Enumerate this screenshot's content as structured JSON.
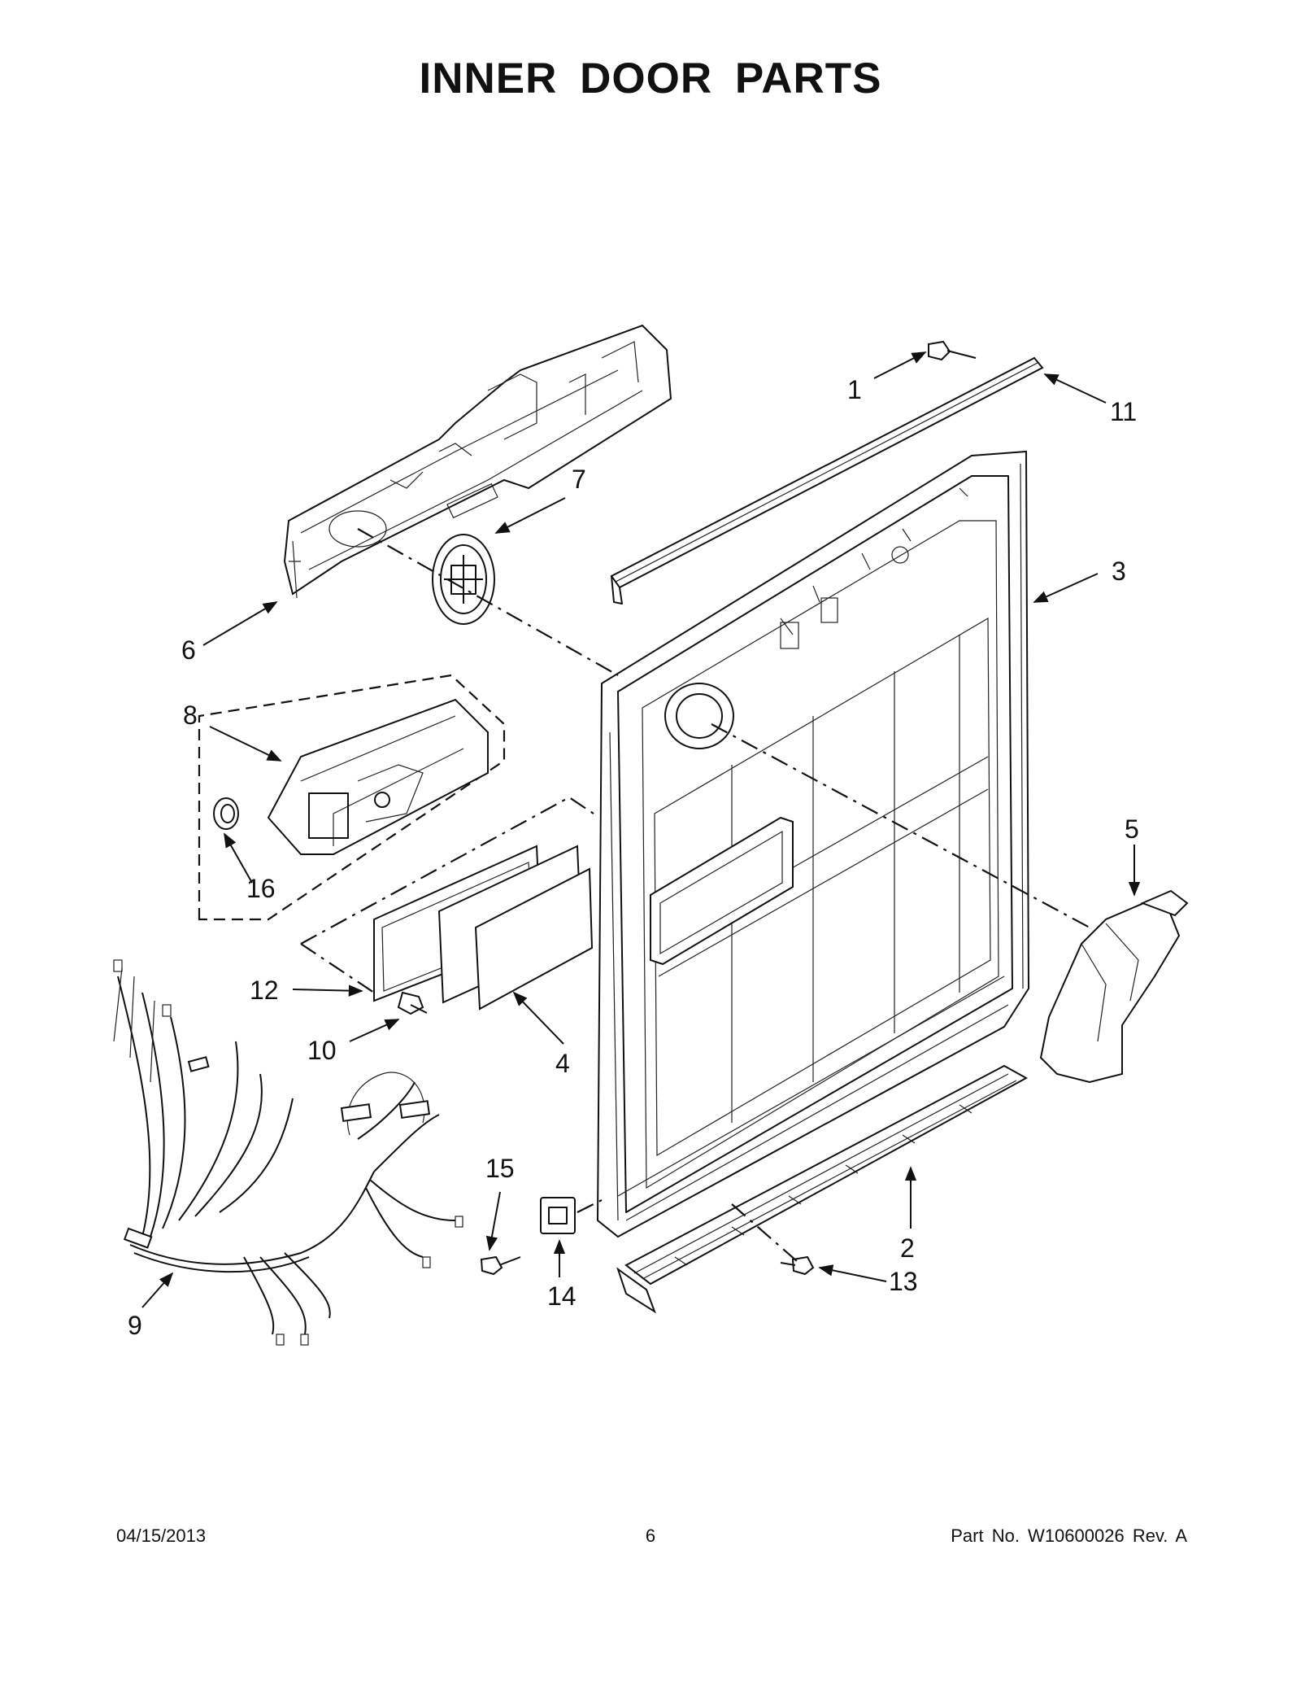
{
  "title": "INNER DOOR PARTS",
  "callouts": [
    {
      "id": "c1",
      "text": "1"
    },
    {
      "id": "c2",
      "text": "2"
    },
    {
      "id": "c3",
      "text": "3"
    },
    {
      "id": "c4",
      "text": "4"
    },
    {
      "id": "c5",
      "text": "5"
    },
    {
      "id": "c6",
      "text": "6"
    },
    {
      "id": "c7",
      "text": "7"
    },
    {
      "id": "c8",
      "text": "8"
    },
    {
      "id": "c9",
      "text": "9"
    },
    {
      "id": "c10",
      "text": "10"
    },
    {
      "id": "c11",
      "text": "11"
    },
    {
      "id": "c12",
      "text": "12"
    },
    {
      "id": "c13",
      "text": "13"
    },
    {
      "id": "c14",
      "text": "14"
    },
    {
      "id": "c15",
      "text": "15"
    },
    {
      "id": "c16",
      "text": "16"
    }
  ],
  "footer": {
    "date": "04/15/2013",
    "page": "6",
    "part": "Part No.  W10600026  Rev.  A"
  }
}
